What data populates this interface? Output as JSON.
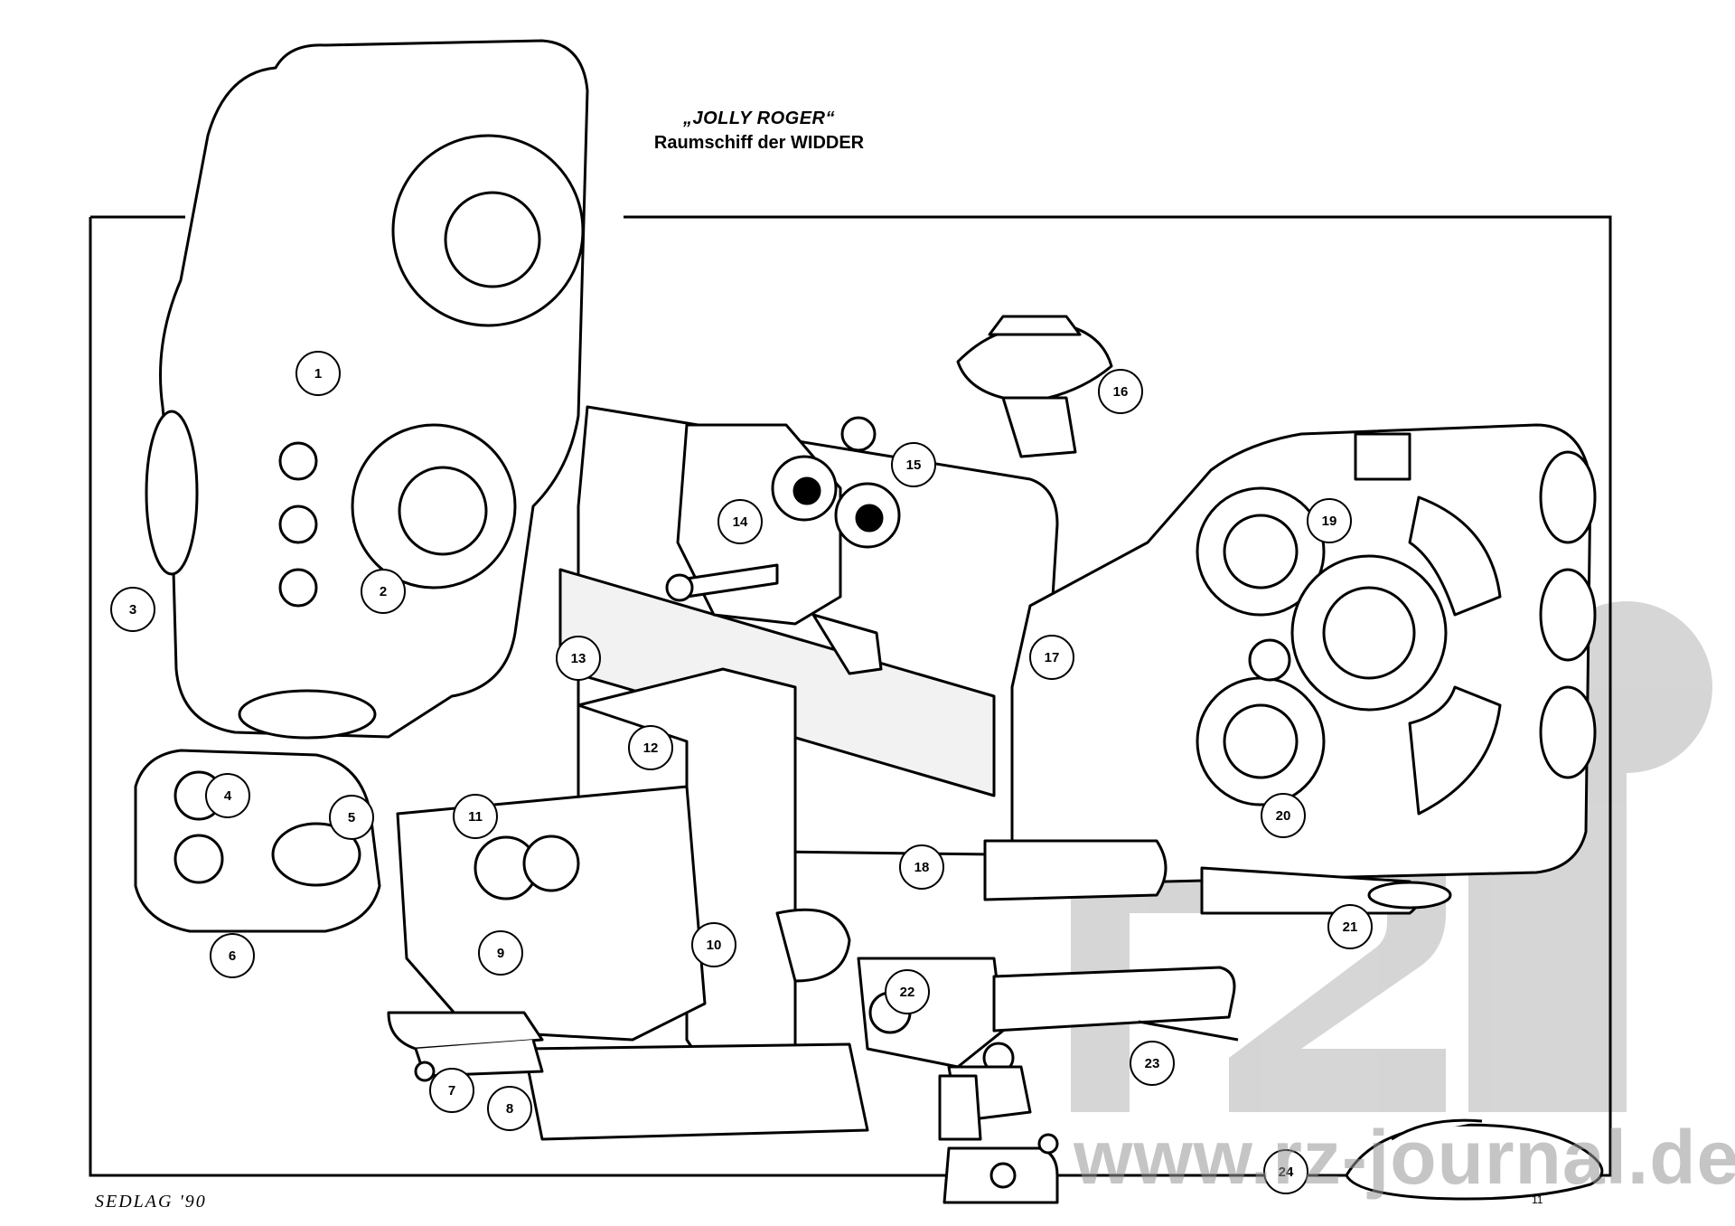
{
  "title": "„JOLLY ROGER“",
  "subtitle": "Raumschiff der WIDDER",
  "signature": "SEDLAG '90",
  "page_number": "11",
  "watermark": "www.rz-journal.de",
  "callouts": [
    "1",
    "2",
    "3",
    "4",
    "5",
    "6",
    "7",
    "8",
    "9",
    "10",
    "11",
    "12",
    "13",
    "14",
    "15",
    "16",
    "17",
    "18",
    "19",
    "20",
    "21",
    "22",
    "23",
    "24"
  ],
  "colors": {
    "ink": "#000000",
    "paper": "#ffffff",
    "watermark": "#999999"
  }
}
